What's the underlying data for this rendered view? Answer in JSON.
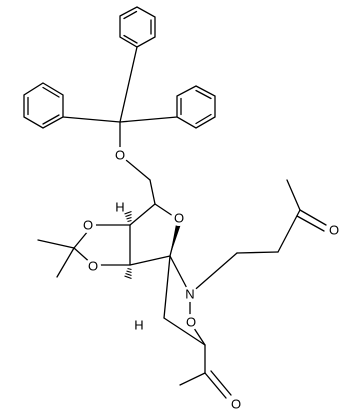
{
  "diagram": {
    "type": "chemical-structure",
    "bond_color": "#000000",
    "background": "#ffffff"
  },
  "atoms": {
    "trityl_ether_oxygen": "O",
    "furanose_ring_oxygen": "O",
    "dioxolane_oxygen_upper": "O",
    "dioxolane_oxygen_lower": "O",
    "isoxazolidine_nitrogen": "N",
    "isoxazolidine_oxygen": "O",
    "ketone_oxygen_side_chain": "O",
    "acetyl_ketone_oxygen": "O",
    "hydrogen_upper": "H",
    "hydrogen_lower": "H"
  }
}
